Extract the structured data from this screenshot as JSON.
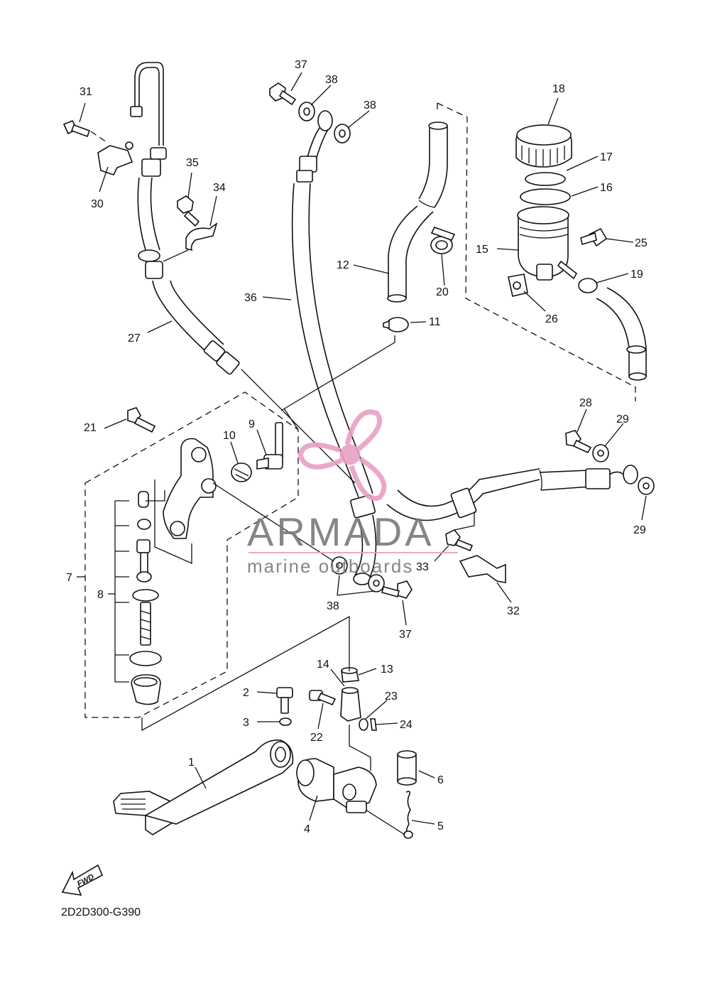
{
  "diagram": {
    "code": "2D2D300-G390",
    "fwd_label": "FWD",
    "callouts": [
      {
        "id": "c1",
        "text": "1"
      },
      {
        "id": "c2",
        "text": "2"
      },
      {
        "id": "c3",
        "text": "3"
      },
      {
        "id": "c4",
        "text": "4"
      },
      {
        "id": "c5",
        "text": "5"
      },
      {
        "id": "c6",
        "text": "6"
      },
      {
        "id": "c7",
        "text": "7"
      },
      {
        "id": "c8",
        "text": "8"
      },
      {
        "id": "c9",
        "text": "9"
      },
      {
        "id": "c10",
        "text": "10"
      },
      {
        "id": "c11",
        "text": "11"
      },
      {
        "id": "c12",
        "text": "12"
      },
      {
        "id": "c13",
        "text": "13"
      },
      {
        "id": "c14",
        "text": "14"
      },
      {
        "id": "c15",
        "text": "15"
      },
      {
        "id": "c16",
        "text": "16"
      },
      {
        "id": "c17",
        "text": "17"
      },
      {
        "id": "c18",
        "text": "18"
      },
      {
        "id": "c19",
        "text": "19"
      },
      {
        "id": "c20",
        "text": "20"
      },
      {
        "id": "c21",
        "text": "21"
      },
      {
        "id": "c22",
        "text": "22"
      },
      {
        "id": "c23",
        "text": "23"
      },
      {
        "id": "c24",
        "text": "24"
      },
      {
        "id": "c25",
        "text": "25"
      },
      {
        "id": "c26",
        "text": "26"
      },
      {
        "id": "c27",
        "text": "27"
      },
      {
        "id": "c28",
        "text": "28"
      },
      {
        "id": "c29a",
        "text": "29"
      },
      {
        "id": "c29b",
        "text": "29"
      },
      {
        "id": "c30",
        "text": "30"
      },
      {
        "id": "c31",
        "text": "31"
      },
      {
        "id": "c32",
        "text": "32"
      },
      {
        "id": "c33",
        "text": "33"
      },
      {
        "id": "c34",
        "text": "34"
      },
      {
        "id": "c35",
        "text": "35"
      },
      {
        "id": "c36",
        "text": "36"
      },
      {
        "id": "c37a",
        "text": "37"
      },
      {
        "id": "c37b",
        "text": "37"
      },
      {
        "id": "c38a",
        "text": "38"
      },
      {
        "id": "c38b",
        "text": "38"
      },
      {
        "id": "c38c",
        "text": "38"
      }
    ]
  },
  "watermark": {
    "brand": "ARMADA",
    "tagline": "marine outboards",
    "brand_color": "#7a7a7a",
    "accent_color": "#e8a0c4"
  }
}
